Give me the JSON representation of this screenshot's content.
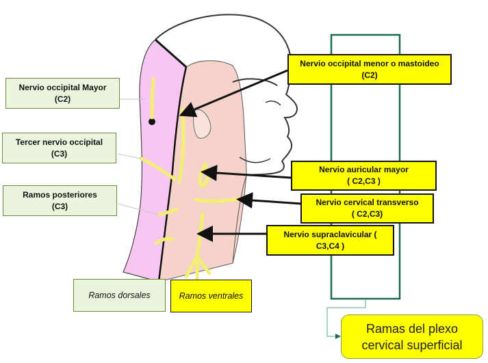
{
  "labels": {
    "occipital_mayor": {
      "line1": "Nervio  occipital  Mayor",
      "line2": "(C2)"
    },
    "tercer_occipital": {
      "line1": "Tercer nervio occipital",
      "line2": "(C3)"
    },
    "ramos_posteriores": {
      "line1": "Ramos posteriores",
      "line2": "(C3)"
    },
    "ramos_dorsales": "Ramos dorsales",
    "ramos_ventrales": "Ramos ventrales",
    "occipital_menor": {
      "line1": "Nervio  occipital  menor o mastoideo",
      "line2": "(C2)"
    },
    "auricular_mayor": {
      "line1": "Nervio  auricular mayor",
      "line2": "( C2,C3 )"
    },
    "cervical_transverso": {
      "line1": "Nervio  cervical transverso",
      "line2": "( C2,C3)"
    },
    "supraclavicular": {
      "line1": "Nervio  supraclavicular (",
      "line2": "C3,C4 )"
    }
  },
  "summary": {
    "line1": "Ramas del plexo",
    "line2": "cervical superficial"
  },
  "colors": {
    "dorsal_region": "#f7c6f2",
    "ventral_region": "#f5d3cb",
    "nerve": "#f2ef72",
    "label_yellow": "#ffff00",
    "label_green": "#ebf5de",
    "bracket": "#1d6b4f"
  }
}
